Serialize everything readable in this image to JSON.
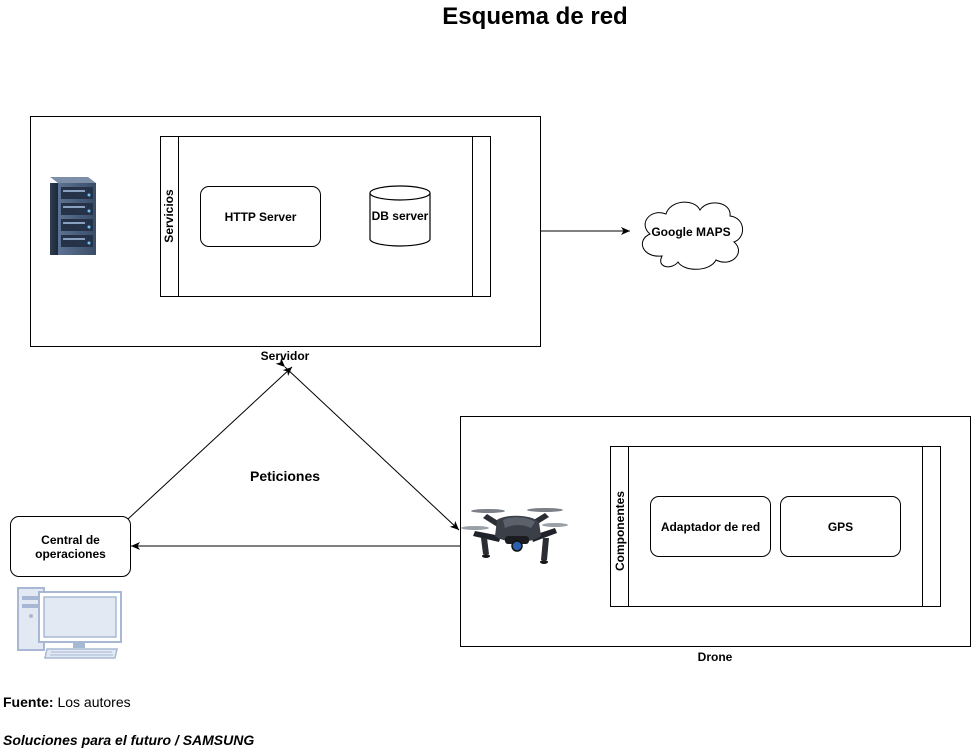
{
  "title": "Esquema de red",
  "server": {
    "caption": "Servidor",
    "container_label": "Servicios",
    "http_label": "HTTP Server",
    "db_label": "DB server"
  },
  "cloud": {
    "label": "Google MAPS"
  },
  "drone": {
    "caption": "Drone",
    "container_label": "Componentes",
    "adapter_label": "Adaptador de red",
    "gps_label": "GPS"
  },
  "central": {
    "label": "Central de operaciones"
  },
  "edge_label": "Peticiones",
  "footer": {
    "source_bold": "Fuente:",
    "source_text": " Los autores",
    "credit": "Soluciones para el futuro / SAMSUNG"
  },
  "icons": [
    "server-rack-icon",
    "database-icon",
    "cloud-icon",
    "drone-icon",
    "desktop-computer-icon"
  ]
}
